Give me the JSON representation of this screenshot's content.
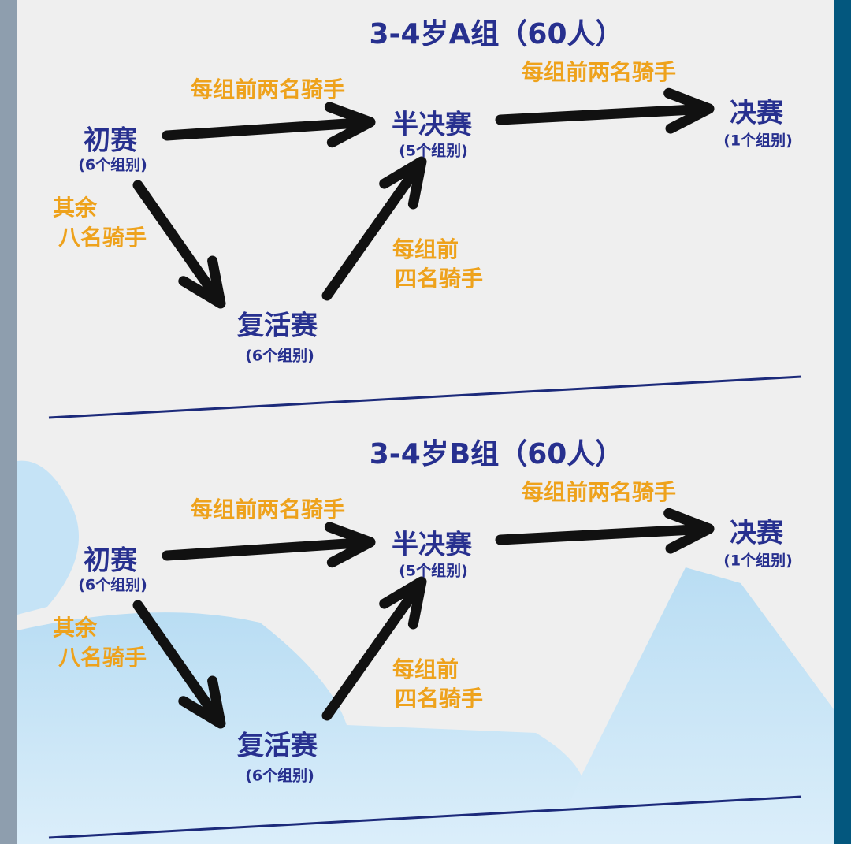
{
  "colors": {
    "node": "#27308f",
    "label": "#eea21c",
    "arrow": "#111111",
    "divider": "#1c2a7a"
  },
  "sections": [
    {
      "title": "3-4岁A组（60人）",
      "prelim": {
        "name": "初赛",
        "groups": "(6个组别)"
      },
      "semi": {
        "name": "半决赛",
        "groups": "(5个组别)"
      },
      "final": {
        "name": "决赛",
        "groups": "(1个组别)"
      },
      "repechage": {
        "name": "复活赛",
        "groups": "(6个组别)"
      },
      "prelim_to_semi": "每组前两名骑手",
      "semi_to_final": "每组前两名骑手",
      "rest_line1": "其余",
      "rest_line2": "八名骑手",
      "rep_line1": "每组前",
      "rep_line2": "四名骑手"
    },
    {
      "title": "3-4岁B组（60人）",
      "prelim": {
        "name": "初赛",
        "groups": "(6个组别)"
      },
      "semi": {
        "name": "半决赛",
        "groups": "(5个组别)"
      },
      "final": {
        "name": "决赛",
        "groups": "(1个组别)"
      },
      "repechage": {
        "name": "复活赛",
        "groups": "(6个组别)"
      },
      "prelim_to_semi": "每组前两名骑手",
      "semi_to_final": "每组前两名骑手",
      "rest_line1": "其余",
      "rest_line2": "八名骑手",
      "rep_line1": "每组前",
      "rep_line2": "四名骑手"
    }
  ]
}
